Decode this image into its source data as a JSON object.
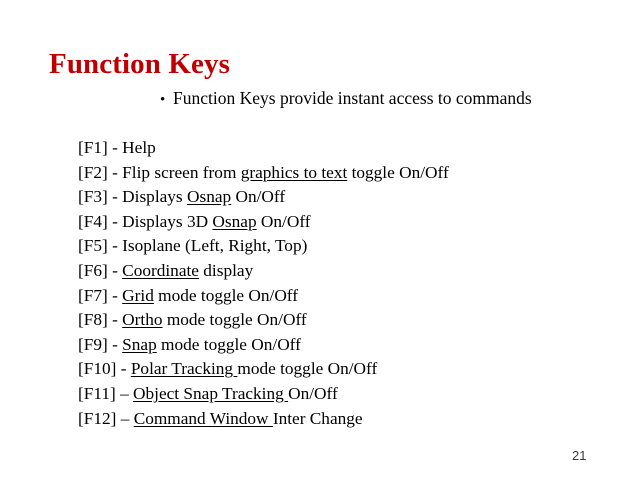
{
  "slide": {
    "title": "Function Keys",
    "title_color": "#c00000",
    "background_color": "#ffffff",
    "text_color": "#000000",
    "page_number": "21"
  },
  "lead": {
    "bullet_glyph": "•",
    "text": "Function Keys provide instant access to commands"
  },
  "keys": [
    {
      "key": "[F1]",
      "dash": "-",
      "pre": "Help",
      "underlined": "",
      "post": ""
    },
    {
      "key": "[F2]",
      "dash": "-",
      "pre": "Flip screen from ",
      "underlined": "graphics to text",
      "post": " toggle On/Off"
    },
    {
      "key": "[F3]",
      "dash": "-",
      "pre": "Displays ",
      "underlined": "Osnap",
      "post": " On/Off"
    },
    {
      "key": "[F4]",
      "dash": "-",
      "pre": "Displays 3D ",
      "underlined": "Osnap",
      "post": " On/Off"
    },
    {
      "key": "[F5]",
      "dash": "-",
      "pre": "Isoplane (Left, Right, Top)",
      "underlined": "",
      "post": ""
    },
    {
      "key": "[F6]",
      "dash": "-",
      "pre": "",
      "underlined": "Coordinate",
      "post": " display"
    },
    {
      "key": "[F7]",
      "dash": "-",
      "pre": "",
      "underlined": "Grid",
      "post": " mode toggle On/Off"
    },
    {
      "key": "[F8]",
      "dash": "-",
      "pre": "",
      "underlined": "Ortho",
      "post": " mode toggle On/Off"
    },
    {
      "key": "[F9]",
      "dash": "-",
      "pre": "",
      "underlined": "Snap",
      "post": " mode toggle On/Off"
    },
    {
      "key": "[F10]",
      "dash": "-",
      "pre": "",
      "underlined": "Polar Tracking ",
      "post": "mode toggle On/Off"
    },
    {
      "key": "[F11]",
      "dash": "–",
      "pre": "",
      "underlined": "Object Snap Tracking ",
      "post": "On/Off"
    },
    {
      "key": "[F12]",
      "dash": "–",
      "pre": "",
      "underlined": "Command Window ",
      "post": "Inter Change"
    }
  ]
}
